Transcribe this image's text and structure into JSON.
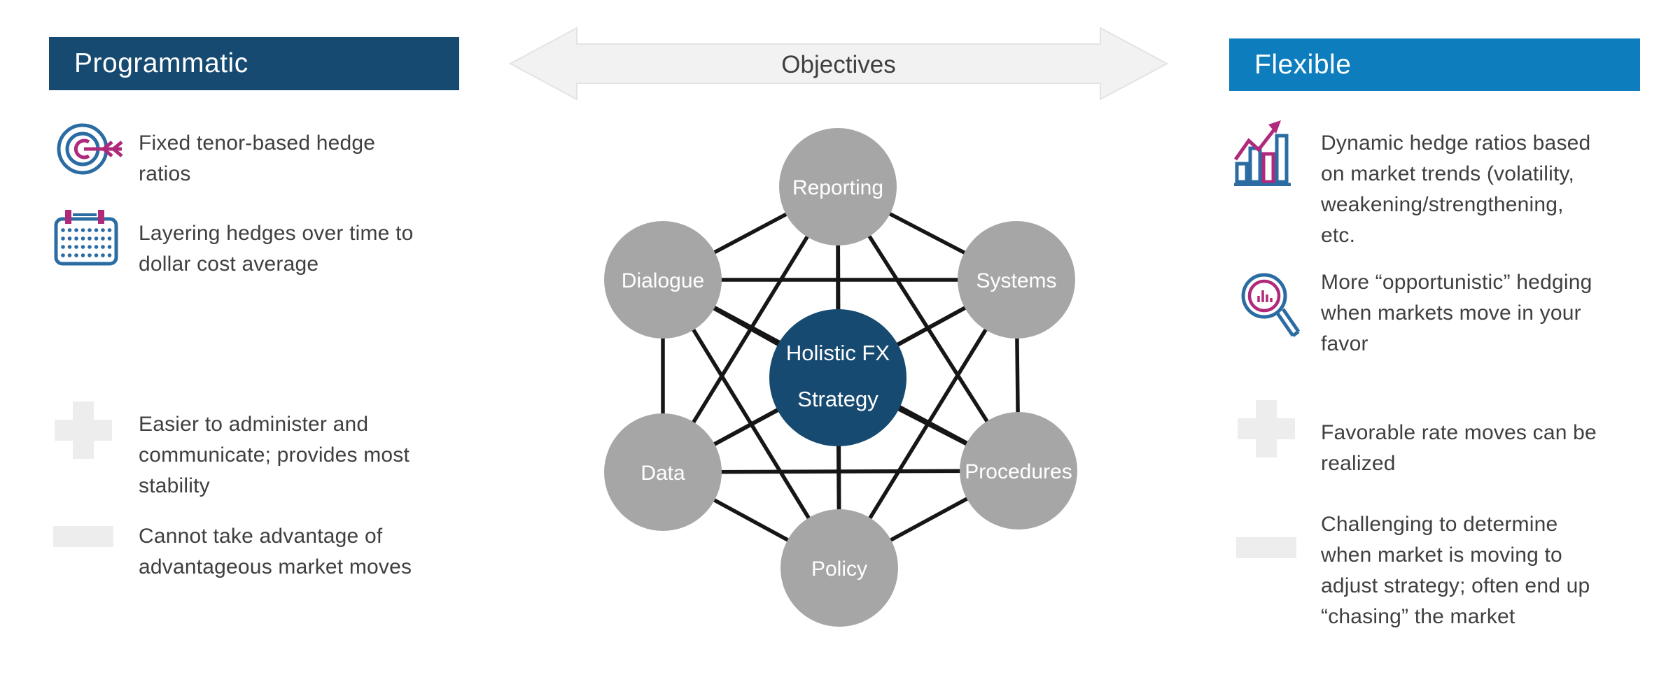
{
  "left_panel": {
    "header": "Programmatic",
    "items": [
      {
        "icon": "target-arrow-icon",
        "text": "Fixed tenor-based hedge\nratios"
      },
      {
        "icon": "calendar-icon",
        "text": "Layering hedges over time to\ndollar cost average"
      },
      {
        "icon": "plus-icon",
        "text": "Easier to administer and\ncommunicate; provides most\nstability"
      },
      {
        "icon": "minus-icon",
        "text": "Cannot take advantage of\nadvantageous market moves"
      }
    ]
  },
  "center": {
    "arrow_label": "Objectives",
    "hub_line1": "Holistic FX",
    "hub_line2": "Strategy",
    "nodes": [
      "Reporting",
      "Dialogue",
      "Systems",
      "Data",
      "Procedures",
      "Policy"
    ]
  },
  "right_panel": {
    "header": "Flexible",
    "items": [
      {
        "icon": "trend-barchart-icon",
        "text": "Dynamic hedge ratios based\non market trends (volatility,\nweakening/strengthening,\netc."
      },
      {
        "icon": "magnifier-chart-icon",
        "text": "More “opportunistic” hedging\nwhen markets move in your\nfavor"
      },
      {
        "icon": "plus-icon",
        "text": "Favorable rate moves can be\nrealized"
      },
      {
        "icon": "minus-icon",
        "text": "Challenging to determine\nwhen market is moving to\nadjust strategy; often end up\n“chasing” the market"
      }
    ]
  },
  "colors": {
    "navy": "#174a70",
    "bright_blue": "#0e7dbe",
    "node_gray": "#a6a6a6",
    "icon_blue": "#2b6ca3",
    "icon_magenta": "#b02a7c",
    "body_text": "#3f3f3f",
    "edge_black": "#161616",
    "light_gray_icon": "#ededed",
    "arrow_fill": "#f2f2f2"
  }
}
